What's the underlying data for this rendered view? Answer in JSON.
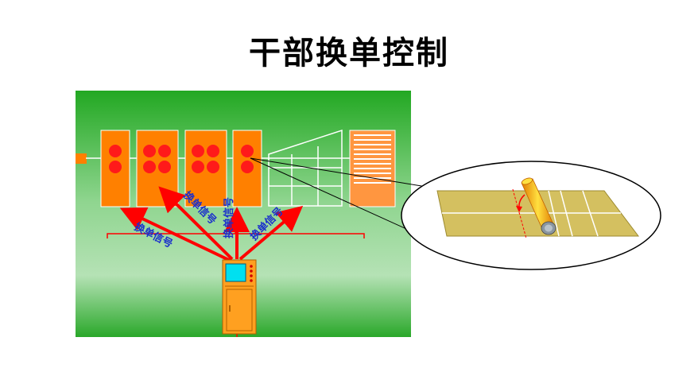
{
  "title": "干部换单控制",
  "labels": {
    "signal_1": "换单信号",
    "signal_2": "换单信号",
    "signal_3": "换单信号",
    "signal_4": "换单信号"
  },
  "colors": {
    "background_top": "#2aaa2a",
    "background_bottom": "#bfe6bf",
    "unit_fill": "#ff8000",
    "roll_dot": "#ff1a1a",
    "signal_arrow": "#ff0000",
    "label_text": "#1a2fcc",
    "board_fill": "#d4c060"
  }
}
